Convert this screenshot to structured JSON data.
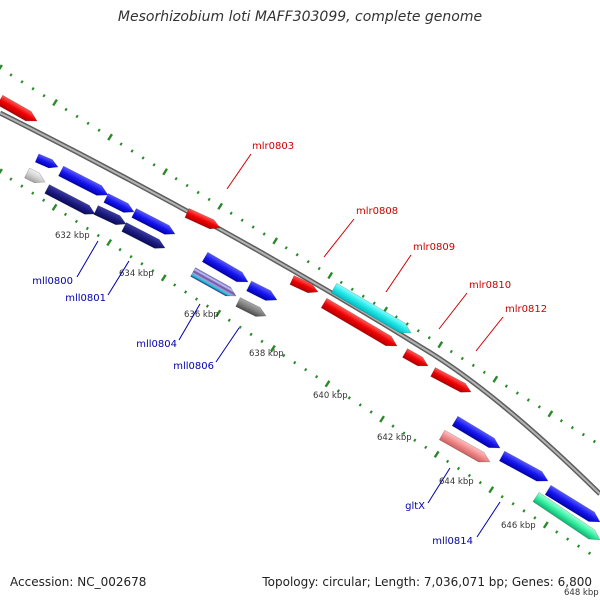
{
  "title": "Mesorhizobium loti MAFF303099, complete genome",
  "footer": {
    "accession": "Accession: NC_002678",
    "summary": "Topology: circular; Length: 7,036,071 bp; Genes: 6,800"
  },
  "colors": {
    "backbone": "#888888",
    "forward_label": "#cc0000",
    "reverse_label": "#0000aa",
    "tick": "#2a8a2a",
    "scale_text": "#333333"
  },
  "scale_labels": [
    "632 kbp",
    "634 kbp",
    "636 kbp",
    "638 kbp",
    "640 kbp",
    "642 kbp",
    "644 kbp",
    "646 kbp",
    "648 kbp"
  ],
  "gene_labels": {
    "forward": [
      "mlr0803",
      "mlr0808",
      "mlr0809",
      "mlr0810",
      "mlr0812"
    ],
    "reverse": [
      "mll0800",
      "mll0801",
      "mll0804",
      "mll0806",
      "gltX",
      "mll0814"
    ]
  },
  "features": [
    {
      "track": "forward",
      "color": "red"
    },
    {
      "track": "forward",
      "color": "red"
    },
    {
      "track": "forward",
      "color": "red"
    },
    {
      "track": "forward",
      "color": "cyan"
    },
    {
      "track": "forward",
      "color": "red"
    },
    {
      "track": "forward",
      "color": "red"
    },
    {
      "track": "forward",
      "color": "red"
    },
    {
      "track": "reverse",
      "color": "blue"
    },
    {
      "track": "reverse",
      "color": "silver"
    },
    {
      "track": "reverse",
      "color": "blue"
    },
    {
      "track": "reverse",
      "color": "navy"
    },
    {
      "track": "reverse",
      "color": "blue"
    },
    {
      "track": "reverse",
      "color": "navy"
    },
    {
      "track": "reverse",
      "color": "blue"
    },
    {
      "track": "reverse",
      "color": "navy"
    },
    {
      "track": "reverse",
      "color": "blue"
    },
    {
      "track": "reverse",
      "color": "purple-striped"
    },
    {
      "track": "reverse",
      "color": "blue"
    },
    {
      "track": "reverse",
      "color": "gray"
    },
    {
      "track": "reverse",
      "color": "blue"
    },
    {
      "track": "reverse",
      "color": "salmon"
    },
    {
      "track": "reverse",
      "color": "blue"
    },
    {
      "track": "reverse",
      "color": "blue"
    },
    {
      "track": "reverse",
      "color": "mint"
    }
  ]
}
